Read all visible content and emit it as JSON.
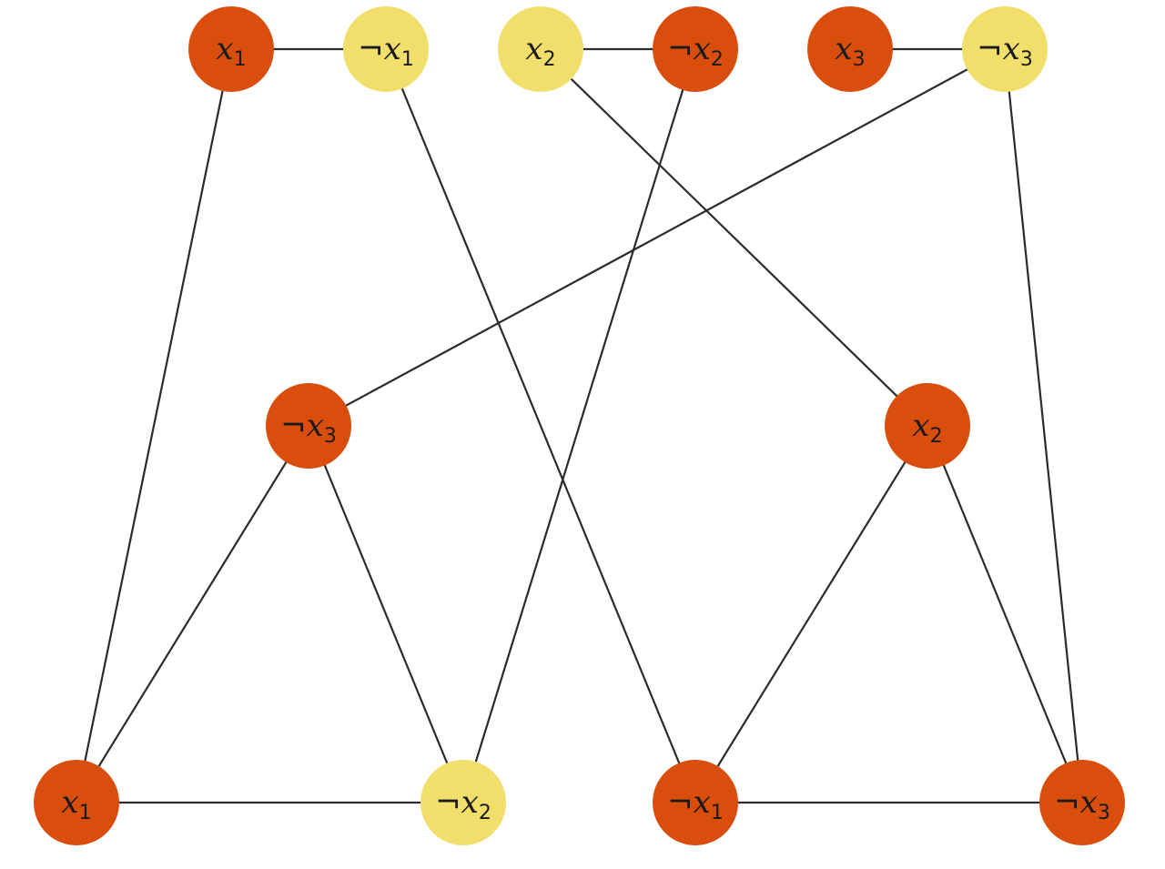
{
  "colors": {
    "orange": "#d94e0c",
    "yellow": "#f2df6b",
    "edge": "#2b2b2b",
    "background": "#ffffff",
    "label": "#1a1a1a"
  },
  "nodes": [
    {
      "id": "t_x1",
      "neg": false,
      "var": "x",
      "sub": "1",
      "color": "orange"
    },
    {
      "id": "t_nx1",
      "neg": true,
      "var": "x",
      "sub": "1",
      "color": "yellow"
    },
    {
      "id": "t_x2",
      "neg": false,
      "var": "x",
      "sub": "2",
      "color": "yellow"
    },
    {
      "id": "t_nx2",
      "neg": true,
      "var": "x",
      "sub": "2",
      "color": "orange"
    },
    {
      "id": "t_x3",
      "neg": false,
      "var": "x",
      "sub": "3",
      "color": "orange"
    },
    {
      "id": "t_nx3",
      "neg": true,
      "var": "x",
      "sub": "3",
      "color": "yellow"
    },
    {
      "id": "c1_nx3",
      "neg": true,
      "var": "x",
      "sub": "3",
      "color": "orange"
    },
    {
      "id": "c1_x1",
      "neg": false,
      "var": "x",
      "sub": "1",
      "color": "orange"
    },
    {
      "id": "c1_nx2",
      "neg": true,
      "var": "x",
      "sub": "2",
      "color": "yellow"
    },
    {
      "id": "c2_x2",
      "neg": false,
      "var": "x",
      "sub": "2",
      "color": "orange"
    },
    {
      "id": "c2_nx1",
      "neg": true,
      "var": "x",
      "sub": "1",
      "color": "orange"
    },
    {
      "id": "c2_nx3",
      "neg": true,
      "var": "x",
      "sub": "3",
      "color": "orange"
    }
  ],
  "edges": [
    [
      "t_x1",
      "t_nx1"
    ],
    [
      "t_x2",
      "t_nx2"
    ],
    [
      "t_x3",
      "t_nx3"
    ],
    [
      "c1_nx3",
      "c1_x1"
    ],
    [
      "c1_nx3",
      "c1_nx2"
    ],
    [
      "c1_x1",
      "c1_nx2"
    ],
    [
      "c2_x2",
      "c2_nx1"
    ],
    [
      "c2_x2",
      "c2_nx3"
    ],
    [
      "c2_nx1",
      "c2_nx3"
    ],
    [
      "t_x1",
      "c1_x1"
    ],
    [
      "t_nx1",
      "c2_nx1"
    ],
    [
      "t_x2",
      "c2_x2"
    ],
    [
      "t_nx2",
      "c1_nx2"
    ],
    [
      "t_nx3",
      "c1_nx3"
    ],
    [
      "t_nx3",
      "c2_nx3"
    ]
  ]
}
